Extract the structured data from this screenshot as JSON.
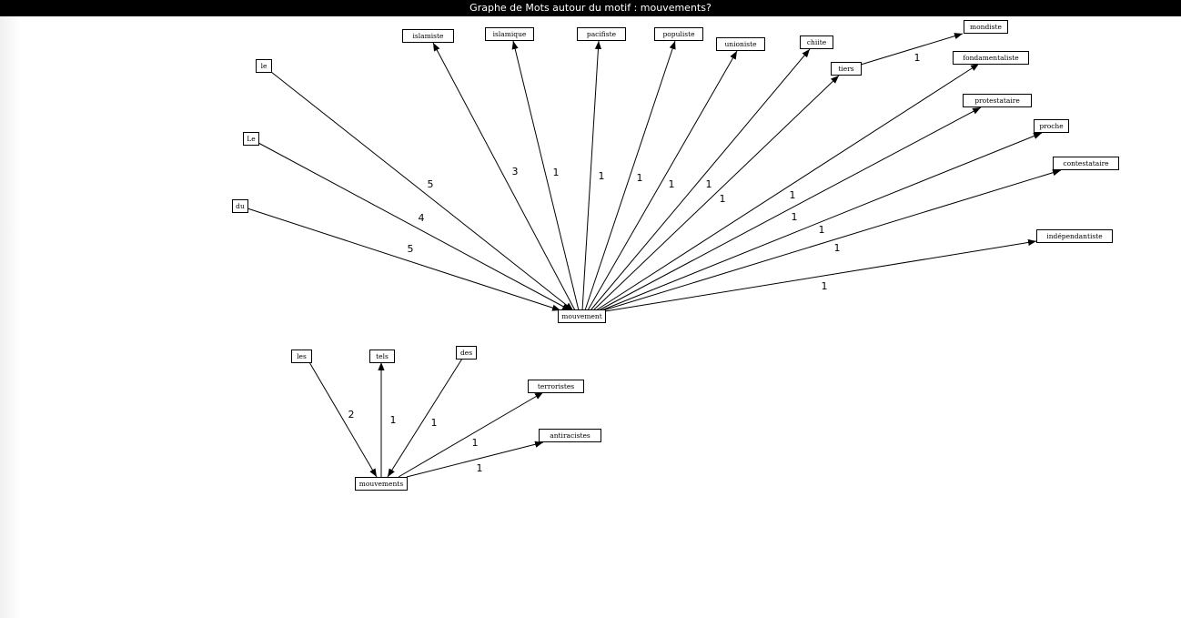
{
  "window": {
    "title": "Graphe de Mots autour du motif : mouvements?"
  },
  "graph": {
    "nodes": [
      {
        "id": "mouvement",
        "label": "mouvement"
      },
      {
        "id": "le",
        "label": "le"
      },
      {
        "id": "Le",
        "label": "Le"
      },
      {
        "id": "du",
        "label": "du"
      },
      {
        "id": "islamiste",
        "label": "islamiste"
      },
      {
        "id": "islamique",
        "label": "islamique"
      },
      {
        "id": "pacifiste",
        "label": "pacifiste"
      },
      {
        "id": "populiste",
        "label": "populiste"
      },
      {
        "id": "unioniste",
        "label": "unioniste"
      },
      {
        "id": "chiite",
        "label": "chiite"
      },
      {
        "id": "tiers",
        "label": "tiers"
      },
      {
        "id": "mondiste",
        "label": "mondiste"
      },
      {
        "id": "fondamentaliste",
        "label": "fondamentaliste"
      },
      {
        "id": "protestataire",
        "label": "protestataire"
      },
      {
        "id": "proche",
        "label": "proche"
      },
      {
        "id": "contestataire",
        "label": "contestataire"
      },
      {
        "id": "independantiste",
        "label": "indépendantiste"
      },
      {
        "id": "mouvements",
        "label": "mouvements"
      },
      {
        "id": "les",
        "label": "les"
      },
      {
        "id": "tels",
        "label": "tels"
      },
      {
        "id": "des",
        "label": "des"
      },
      {
        "id": "terroristes",
        "label": "terroristes"
      },
      {
        "id": "antiracistes",
        "label": "antiracistes"
      }
    ],
    "edges": [
      {
        "from": "le",
        "to": "mouvement",
        "weight": "5"
      },
      {
        "from": "Le",
        "to": "mouvement",
        "weight": "4"
      },
      {
        "from": "du",
        "to": "mouvement",
        "weight": "5"
      },
      {
        "from": "mouvement",
        "to": "islamiste",
        "weight": "3"
      },
      {
        "from": "mouvement",
        "to": "islamique",
        "weight": "1"
      },
      {
        "from": "mouvement",
        "to": "pacifiste",
        "weight": "1"
      },
      {
        "from": "mouvement",
        "to": "populiste",
        "weight": "1"
      },
      {
        "from": "mouvement",
        "to": "unioniste",
        "weight": "1"
      },
      {
        "from": "mouvement",
        "to": "chiite",
        "weight": "1"
      },
      {
        "from": "mouvement",
        "to": "tiers",
        "weight": "1"
      },
      {
        "from": "tiers",
        "to": "mondiste",
        "weight": "1"
      },
      {
        "from": "mouvement",
        "to": "fondamentaliste",
        "weight": "1"
      },
      {
        "from": "mouvement",
        "to": "protestataire",
        "weight": "1"
      },
      {
        "from": "mouvement",
        "to": "proche",
        "weight": "1"
      },
      {
        "from": "mouvement",
        "to": "contestataire",
        "weight": "1"
      },
      {
        "from": "mouvement",
        "to": "independantiste",
        "weight": "1"
      },
      {
        "from": "les",
        "to": "mouvements",
        "weight": "2"
      },
      {
        "from": "mouvements",
        "to": "tels",
        "weight": "1"
      },
      {
        "from": "des",
        "to": "mouvements",
        "weight": "1"
      },
      {
        "from": "mouvements",
        "to": "terroristes",
        "weight": "1"
      },
      {
        "from": "mouvements",
        "to": "antiracistes",
        "weight": "1"
      }
    ]
  }
}
